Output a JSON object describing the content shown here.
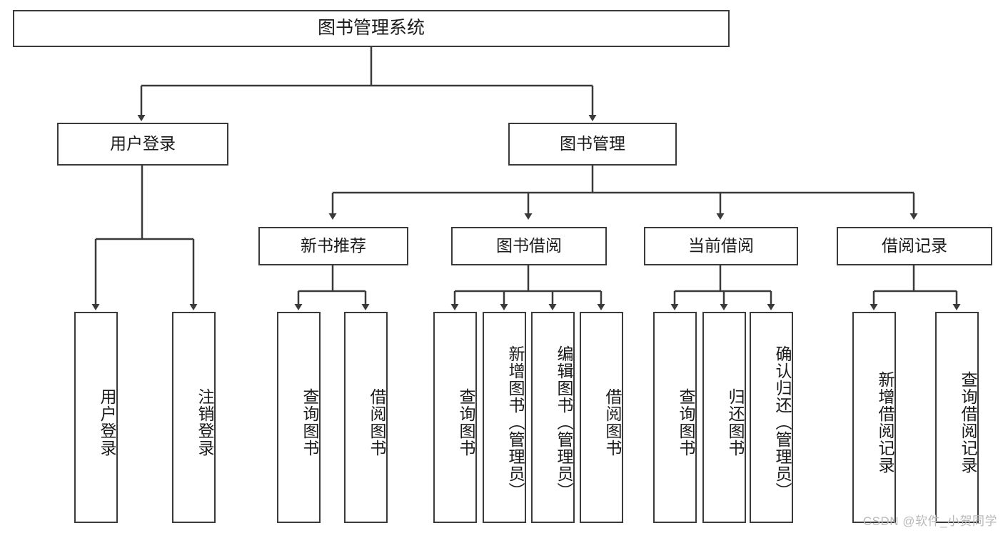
{
  "diagram": {
    "title": "图书管理系统",
    "type": "tree-hierarchy",
    "root": {
      "label": "图书管理系统"
    },
    "level1": [
      {
        "label": "用户登录"
      },
      {
        "label": "图书管理"
      }
    ],
    "level2": [
      {
        "label": "新书推荐"
      },
      {
        "label": "图书借阅"
      },
      {
        "label": "当前借阅"
      },
      {
        "label": "借阅记录"
      }
    ],
    "leaves": {
      "user_login": [
        {
          "label": "用户登录"
        },
        {
          "label": "注销登录"
        }
      ],
      "new_book_recommend": [
        {
          "label": "查询图书"
        },
        {
          "label": "借阅图书"
        }
      ],
      "book_borrow": [
        {
          "label": "查询图书"
        },
        {
          "label": "新增图书（管理员）"
        },
        {
          "label": "编辑图书（管理员）"
        },
        {
          "label": "借阅图书"
        }
      ],
      "current_borrow": [
        {
          "label": "查询图书"
        },
        {
          "label": "归还图书"
        },
        {
          "label": "确认归还（管理员）"
        }
      ],
      "borrow_record": [
        {
          "label": "新增借阅记录"
        },
        {
          "label": "查询借阅记录"
        }
      ]
    }
  },
  "watermark": {
    "text": "CSDN @软件_小贺同学"
  },
  "colors": {
    "stroke": "#3a3a3a",
    "text": "#1a1a1a",
    "background": "#ffffff",
    "watermark": "#b9b9b9"
  }
}
